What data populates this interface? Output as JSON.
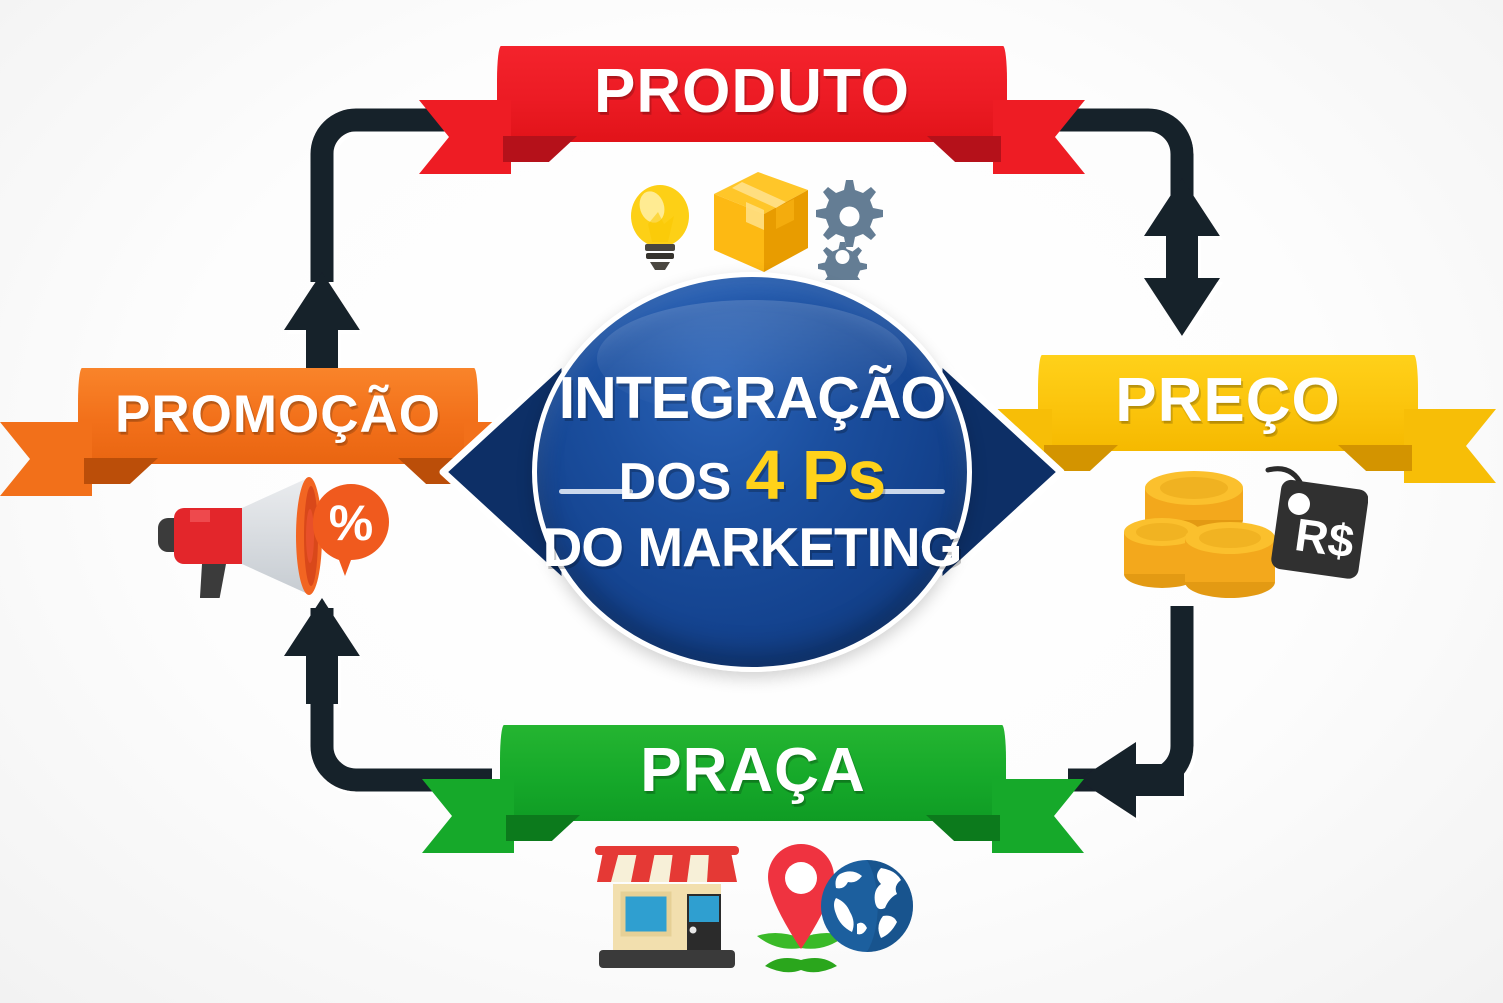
{
  "infographic": {
    "title": "Integração dos 4 Ps do Marketing",
    "background_color": "#f7f7f7"
  },
  "center": {
    "line1": "INTEGRAÇÃO",
    "line2_prefix": "DOS",
    "line2_highlight": "4 Ps",
    "line3": "DO MARKETING",
    "bg_color": "#14438f",
    "highlight_color": "#ffd21a",
    "text_color": "#ffffff"
  },
  "nodes": [
    {
      "id": "produto",
      "label": "PRODUTO",
      "color": "#ec1b24",
      "position": "top",
      "icons": [
        "lightbulb-icon",
        "cardboard-box-icon",
        "gears-icon"
      ]
    },
    {
      "id": "preco",
      "label": "PREÇO",
      "color": "#fbc40c",
      "position": "right",
      "icons": [
        "coin-stack-icon",
        "price-tag-icon"
      ],
      "price_tag_text": "R$"
    },
    {
      "id": "praca",
      "label": "PRAÇA",
      "color": "#16a92a",
      "position": "bottom",
      "icons": [
        "storefront-icon",
        "map-pin-icon",
        "globe-icon"
      ]
    },
    {
      "id": "promocao",
      "label": "PROMOÇÃO",
      "color": "#f2701a",
      "position": "left",
      "icons": [
        "megaphone-icon",
        "percent-badge-icon"
      ],
      "badge_text": "%"
    }
  ],
  "flow": {
    "color": "#16202a",
    "arrows": [
      {
        "id": "promocao-to-produto",
        "from": "promocao",
        "to": "produto",
        "corner": "top-left",
        "direction": "up"
      },
      {
        "id": "produto-to-preco",
        "from": "produto",
        "to": "preco",
        "corner": "top-right",
        "direction": "down"
      },
      {
        "id": "preco-to-praca",
        "from": "preco",
        "to": "praca",
        "corner": "bottom-right",
        "direction": "left"
      },
      {
        "id": "praca-to-promocao",
        "from": "praca",
        "to": "promocao",
        "corner": "bottom-left",
        "direction": "up"
      }
    ]
  }
}
